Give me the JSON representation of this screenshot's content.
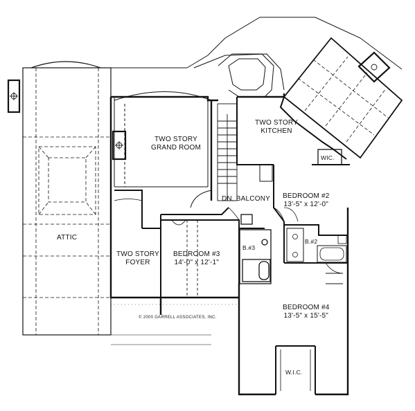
{
  "plan": {
    "rooms": {
      "attic": "ATTIC",
      "grand_room_l1": "TWO STORY",
      "grand_room_l2": "GRAND ROOM",
      "kitchen_l1": "TWO STORY",
      "kitchen_l2": "KITCHEN",
      "foyer_l1": "TWO STORY",
      "foyer_l2": "FOYER",
      "balcony": "DN. BALCONY",
      "wic_top": "WIC.",
      "wic_bottom": "W.I.C.",
      "bath2": "B.#2",
      "bath3": "B.#3"
    },
    "bedrooms": [
      {
        "name": "BEDROOM #2",
        "size": "13'-5\" x 12'-0\""
      },
      {
        "name": "BEDROOM #3",
        "size": "14'-0\" x 12'-1\""
      },
      {
        "name": "BEDROOM #4",
        "size": "13'-5\" x 15'-5\""
      }
    ],
    "copyright": "© 2000 GARRELL ASSOCIATES, INC."
  }
}
